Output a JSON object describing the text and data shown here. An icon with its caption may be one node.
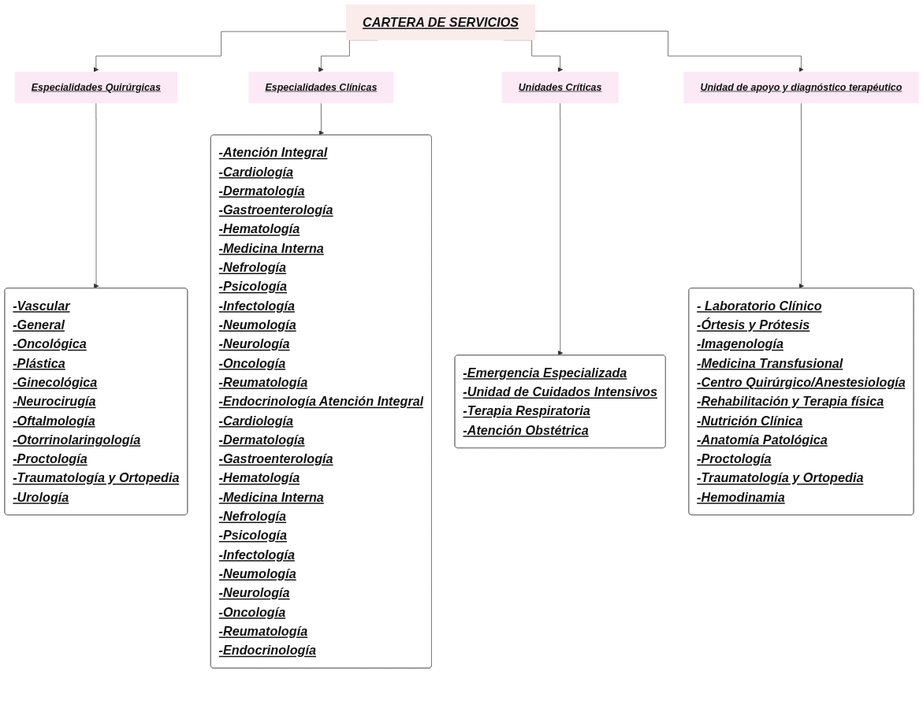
{
  "diagram": {
    "nodes": [
      {
        "text": [
          "CARTERA DE SERVICIOS"
        ]
      },
      {
        "text": [
          "Especialidades Quirúrgicas"
        ]
      },
      {
        "text": [
          "Especialidades Clínicas"
        ]
      },
      {
        "text": [
          "Unidades Críticas"
        ]
      },
      {
        "text": [
          "Unidad de apoyo y diagnóstico terapéutico"
        ]
      },
      {
        "text": [
          "-Vascular",
          "-General",
          "-Oncológica",
          "-Plástica",
          "-Ginecológica",
          "-Neurocirugía",
          "-Oftalmología",
          "-Otorrinolaringología",
          "-Proctología",
          "-Traumatología y Ortopedia",
          "-Urología"
        ]
      },
      {
        "text": [
          "-Atención Integral",
          "-Cardiología",
          "-Dermatología",
          "-Gastroenterología",
          "-Hematología",
          "-Medicina Interna",
          "-Nefrología",
          "-Psicología",
          "-Infectología",
          "-Neumología",
          "-Neurología",
          "-Oncología",
          "-Reumatología",
          "-Endocrinología Atención Integral",
          "-Cardiología",
          "-Dermatología",
          "-Gastroenterología",
          "-Hematología",
          "-Medicina Interna",
          "-Nefrología",
          "-Psicología",
          "-Infectología",
          "-Neumología",
          "-Neurología",
          "-Oncología",
          "-Reumatología",
          "-Endocrinología"
        ]
      },
      {
        "text": [
          "-Emergencia Especializada",
          "-Unidad de Cuidados Intensivos",
          "-Terapia Respiratoria",
          "-Atención Obstétrica"
        ]
      },
      {
        "text": [
          "- Laboratorio Clínico",
          "-Órtesis y Prótesis",
          "-Imagenología",
          "-Medicina Transfusional",
          "-Centro Quirúrgico/Anestesiología",
          "-Rehabilitación y Terapia física",
          "-Nutrición Clínica",
          "-Anatomía Patológica",
          "-Proctología",
          "-Traumatología y Ortopedia",
          "-Hemodinamia"
        ]
      }
    ],
    "edges": [
      {
        "from": 0,
        "to": 1,
        "arrow": "to"
      },
      {
        "from": 0,
        "to": 2,
        "arrow": "to"
      },
      {
        "from": 0,
        "to": 3,
        "arrow": "to"
      },
      {
        "from": 0,
        "to": 4,
        "arrow": "to"
      },
      {
        "from": 1,
        "to": 5,
        "arrow": "to"
      },
      {
        "from": 2,
        "to": 6,
        "arrow": "to"
      },
      {
        "from": 3,
        "to": 7,
        "arrow": "to"
      },
      {
        "from": 4,
        "to": 8,
        "arrow": "to"
      }
    ]
  }
}
